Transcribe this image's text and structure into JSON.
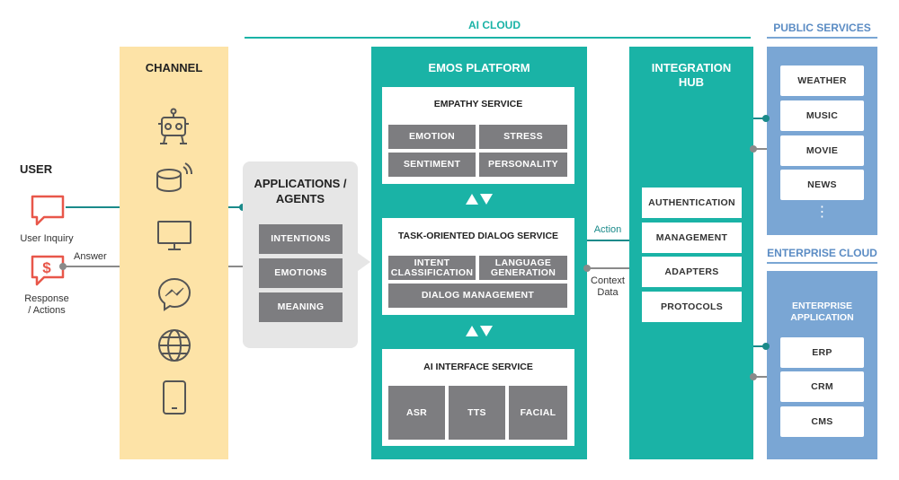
{
  "colors": {
    "teal": "#1ab3a6",
    "channel": "#fde3a7",
    "blue": "#7aa6d4",
    "gray": "#7d7d80",
    "red": "#e8574a",
    "apps_bg": "#e6e6e6"
  },
  "header": {
    "ai_cloud": "AI CLOUD",
    "public_services": "PUBLIC SERVICES",
    "enterprise_cloud": "ENTERPRISE CLOUD"
  },
  "user": {
    "title": "USER",
    "inquiry": "User Inquiry",
    "response": "Response\n/ Actions",
    "answer": "Answer"
  },
  "channel": {
    "title": "CHANNEL",
    "icons": [
      "robot-icon",
      "smart-speaker-icon",
      "monitor-icon",
      "messenger-icon",
      "globe-icon",
      "tablet-icon"
    ]
  },
  "apps": {
    "title": "APPLICATIONS /\nAGENTS",
    "items": [
      "INTENTIONS",
      "EMOTIONS",
      "MEANING"
    ]
  },
  "emos": {
    "title": "EMOS PLATFORM",
    "empathy": {
      "title": "EMPATHY SERVICE",
      "items": [
        "EMOTION",
        "STRESS",
        "SENTIMENT",
        "PERSONALITY"
      ]
    },
    "dialog": {
      "title": "TASK-ORIENTED DIALOG SERVICE",
      "intent": "INTENT\nCLASSIFICATION",
      "language": "LANGUAGE\nGENERATION",
      "management": "DIALOG MANAGEMENT"
    },
    "ai_interface": {
      "title": "AI INTERFACE SERVICE",
      "items": [
        "ASR",
        "TTS",
        "FACIAL"
      ]
    }
  },
  "links": {
    "action": "Action",
    "context": "Context\nData"
  },
  "hub": {
    "title": "INTEGRATION\nHUB",
    "items": [
      "AUTHENTICATION",
      "MANAGEMENT",
      "ADAPTERS",
      "PROTOCOLS"
    ]
  },
  "public": {
    "items": [
      "WEATHER",
      "MUSIC",
      "MOVIE",
      "NEWS"
    ],
    "more": "⋮"
  },
  "enterprise": {
    "title": "ENTERPRISE\nAPPLICATION",
    "items": [
      "ERP",
      "CRM",
      "CMS"
    ]
  }
}
